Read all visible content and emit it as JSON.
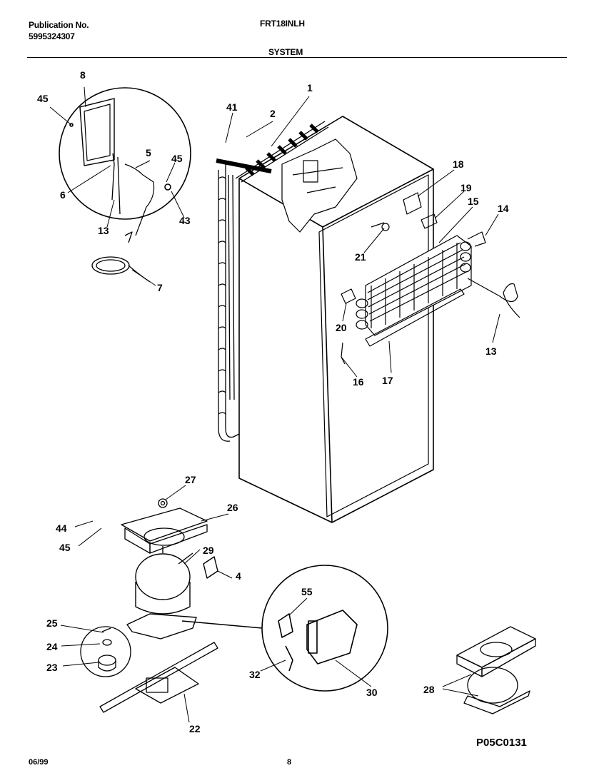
{
  "header": {
    "publication_label": "Publication No.",
    "publication_number": "5995324307",
    "model": "FRT18INLH",
    "section": "SYSTEM"
  },
  "footer": {
    "date": "06/99",
    "page": "8",
    "diagram_code": "P05C0131"
  },
  "callouts": [
    "1",
    "2",
    "4",
    "5",
    "6",
    "7",
    "8",
    "13",
    "13",
    "14",
    "15",
    "16",
    "17",
    "18",
    "19",
    "20",
    "21",
    "22",
    "23",
    "24",
    "25",
    "26",
    "27",
    "28",
    "29",
    "30",
    "32",
    "41",
    "43",
    "44",
    "45",
    "45",
    "45",
    "55"
  ]
}
